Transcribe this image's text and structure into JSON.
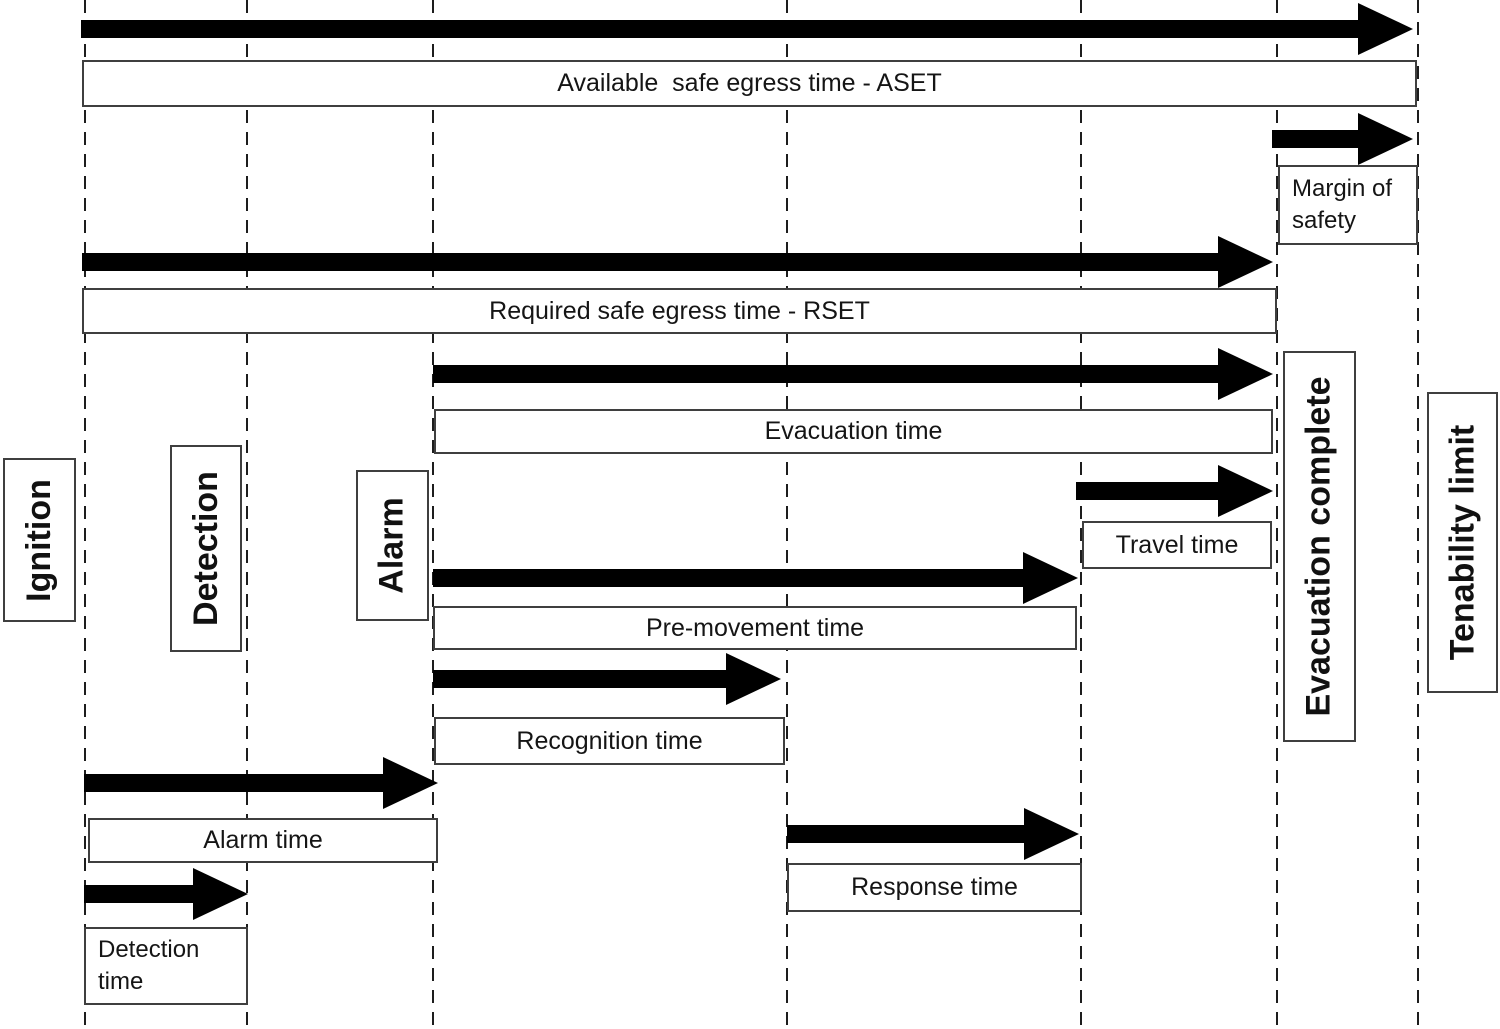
{
  "colors": {
    "ink": "#000000",
    "box_border": "#3f3f3f",
    "text": "#151515",
    "background": "#ffffff"
  },
  "labels": {
    "aset": "Available  safe egress time - ASET",
    "margin_of_safety": "Margin of safety",
    "rset": "Required safe egress time - RSET",
    "evacuation_time": "Evacuation time",
    "travel_time": "Travel time",
    "premovement_time": "Pre-movement time",
    "recognition_time": "Recognition time",
    "alarm_time": "Alarm time",
    "response_time": "Response time",
    "detection_time": "Detection time"
  },
  "milestones": {
    "ignition": "Ignition",
    "detection": "Detection",
    "alarm": "Alarm",
    "evacuation_complete": "Evacuation complete",
    "tenability_limit": "Tenability limit"
  }
}
